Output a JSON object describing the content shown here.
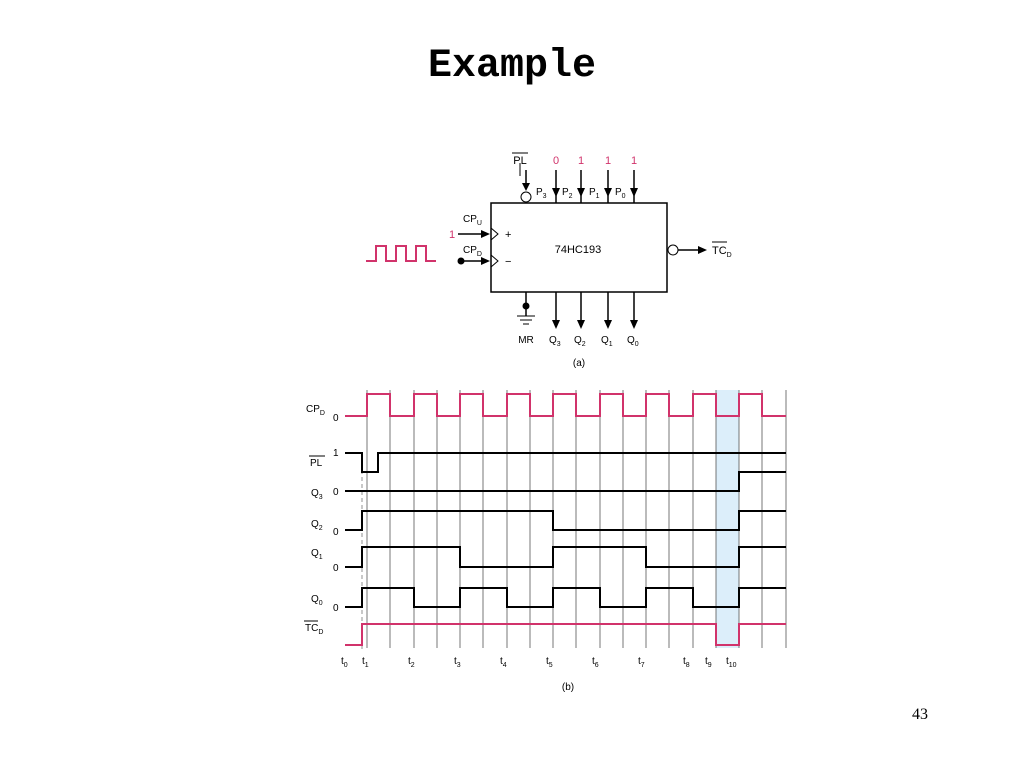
{
  "slide": {
    "title": "Example",
    "page_number": "43"
  },
  "colors": {
    "accent": "#d1336b",
    "ink": "#000000",
    "highlight": "#dceefa",
    "grid": "#555555"
  },
  "block_diagram": {
    "chip": "74HC193",
    "caption": "(a)",
    "pl": "PL",
    "mr": "MR",
    "cpu": {
      "main": "CP",
      "sub": "U",
      "value": "1",
      "sign": "+"
    },
    "cpd": {
      "main": "CP",
      "sub": "D",
      "sign": "−"
    },
    "tc": {
      "main": "TC",
      "sub": "D"
    },
    "parallel_inputs": [
      {
        "main": "P",
        "sub": "3",
        "value": "0"
      },
      {
        "main": "P",
        "sub": "2",
        "value": "1"
      },
      {
        "main": "P",
        "sub": "1",
        "value": "1"
      },
      {
        "main": "P",
        "sub": "0",
        "value": "1"
      }
    ],
    "outputs": [
      {
        "main": "Q",
        "sub": "3"
      },
      {
        "main": "Q",
        "sub": "2"
      },
      {
        "main": "Q",
        "sub": "1"
      },
      {
        "main": "Q",
        "sub": "0"
      }
    ]
  },
  "timing_diagram": {
    "caption": "(b)",
    "times": [
      {
        "main": "t",
        "sub": "0"
      },
      {
        "main": "t",
        "sub": "1"
      },
      {
        "main": "t",
        "sub": "2"
      },
      {
        "main": "t",
        "sub": "3"
      },
      {
        "main": "t",
        "sub": "4"
      },
      {
        "main": "t",
        "sub": "5"
      },
      {
        "main": "t",
        "sub": "6"
      },
      {
        "main": "t",
        "sub": "7"
      },
      {
        "main": "t",
        "sub": "8"
      },
      {
        "main": "t",
        "sub": "9"
      },
      {
        "main": "t",
        "sub": "10"
      }
    ],
    "signals": [
      {
        "main": "CP",
        "sub": "D",
        "overbar": false,
        "level_label": "0"
      },
      {
        "main": "PL",
        "sub": "",
        "overbar": true,
        "level_label": "1"
      },
      {
        "main": "Q",
        "sub": "3",
        "overbar": false,
        "level_label": "0"
      },
      {
        "main": "Q",
        "sub": "2",
        "overbar": false,
        "level_label": "0"
      },
      {
        "main": "Q",
        "sub": "1",
        "overbar": false,
        "level_label": "0"
      },
      {
        "main": "Q",
        "sub": "0",
        "overbar": false,
        "level_label": "0"
      },
      {
        "main": "TC",
        "sub": "D",
        "overbar": true,
        "level_label": ""
      }
    ]
  }
}
